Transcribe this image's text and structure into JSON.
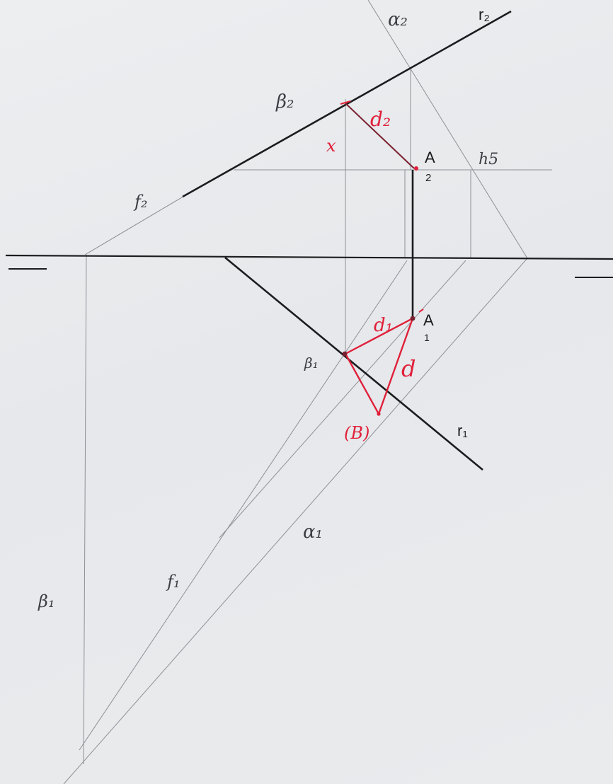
{
  "labels": {
    "alpha2": "α₂",
    "r2": "r₂",
    "beta2": "β₂",
    "d2": "d₂",
    "x_mark": "x",
    "A": "A",
    "A_sub2": "2",
    "h5": "h5",
    "f2": "f₂",
    "A1": "A",
    "A_sub1": "1",
    "d1": "d₁",
    "beta1_small": "β₁",
    "d": "d",
    "beta_rot": "(B)",
    "r1": "r₁",
    "alpha1": "α₁",
    "f1": "f₁",
    "beta1": "β₁"
  },
  "colors": {
    "paper": "#e8eaec",
    "pencil": "#8d9096",
    "ink": "#1c1c1e",
    "red": "#e0203a",
    "dark_red": "#7a2030"
  }
}
